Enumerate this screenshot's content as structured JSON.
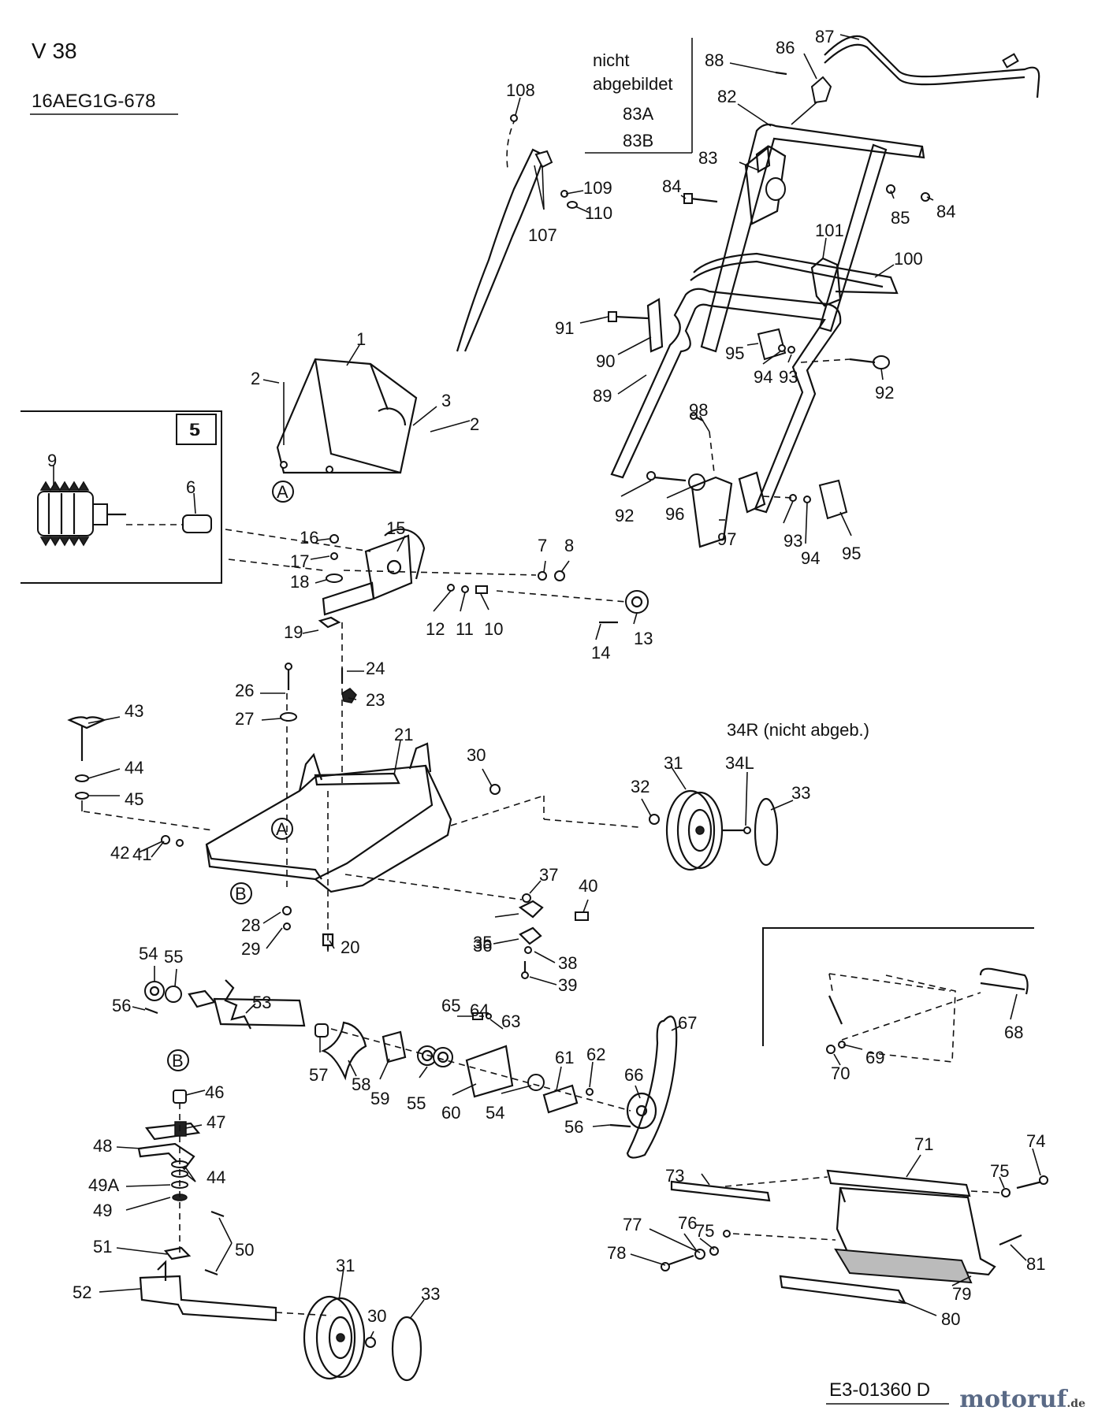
{
  "header": {
    "model": "V 38",
    "part_number": "16AEG1G-678"
  },
  "notes": {
    "not_shown_1": "nicht",
    "not_shown_2": "abgebildet",
    "not_shown_item_a": "83A",
    "not_shown_item_b": "83B",
    "not_shown_wheel": "34R (nicht abgeb.)"
  },
  "inset_label": "5",
  "callout_letters": [
    "A",
    "A",
    "B",
    "B"
  ],
  "part_labels": [
    "1",
    "2",
    "2",
    "3",
    "5",
    "6",
    "7",
    "8",
    "9",
    "10",
    "11",
    "12",
    "13",
    "14",
    "15",
    "16",
    "17",
    "18",
    "19",
    "20",
    "21",
    "23",
    "24",
    "26",
    "27",
    "28",
    "29",
    "30",
    "30",
    "31",
    "31",
    "32",
    "33",
    "33",
    "34L",
    "35",
    "36",
    "37",
    "38",
    "39",
    "40",
    "41",
    "42",
    "43",
    "44",
    "44",
    "45",
    "46",
    "47",
    "48",
    "49",
    "49A",
    "50",
    "51",
    "52",
    "53",
    "54",
    "54",
    "55",
    "55",
    "56",
    "56",
    "57",
    "58",
    "59",
    "60",
    "61",
    "62",
    "63",
    "64",
    "65",
    "66",
    "67",
    "68",
    "69",
    "70",
    "71",
    "73",
    "74",
    "75",
    "75",
    "76",
    "77",
    "78",
    "79",
    "80",
    "81",
    "82",
    "83",
    "84",
    "84",
    "85",
    "86",
    "87",
    "88",
    "89",
    "90",
    "91",
    "92",
    "92",
    "93",
    "93",
    "94",
    "94",
    "95",
    "95",
    "96",
    "97",
    "98",
    "100",
    "101",
    "107",
    "108",
    "109",
    "110"
  ],
  "drawing_code": "E3-01360 D",
  "watermark": {
    "brand": "motoruf",
    "tld": ".de"
  }
}
